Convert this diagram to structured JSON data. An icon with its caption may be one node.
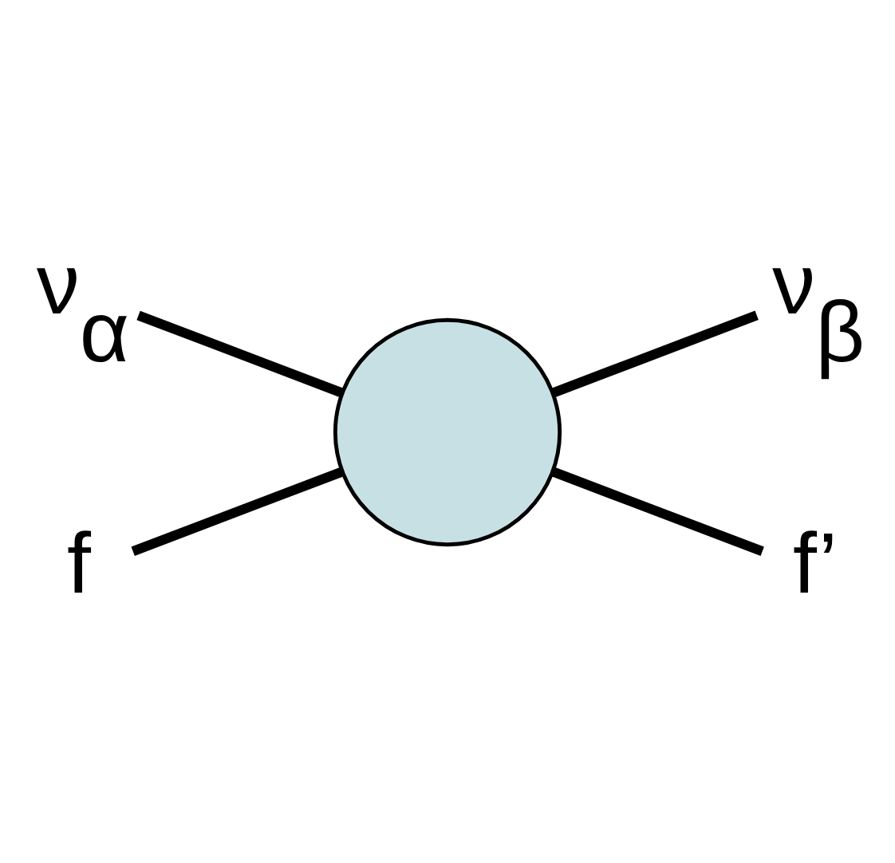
{
  "diagram": {
    "nodes": [
      {
        "text": [
          "ν$_{α}$"
        ]
      },
      {
        "text": [
          "ν$_{β}$"
        ]
      },
      {
        "text": [
          "f"
        ]
      },
      {
        "text": [
          "f’"
        ]
      },
      {
        "text": [],
        "shape": "circle"
      }
    ],
    "edges": [
      {
        "from": 0,
        "to": 4,
        "arrow": "none"
      },
      {
        "from": 1,
        "to": 4,
        "arrow": "none"
      },
      {
        "from": 2,
        "to": 4,
        "arrow": "none"
      },
      {
        "from": 3,
        "to": 4,
        "arrow": "none"
      }
    ]
  }
}
